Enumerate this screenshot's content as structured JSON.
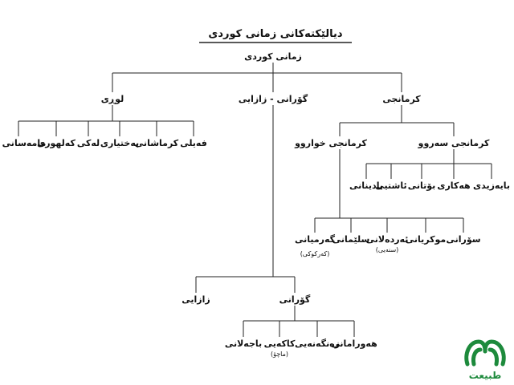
{
  "title": "دیالێکتەکانی زمانی کوردی",
  "root": "زمانی کوردی",
  "branches": {
    "kurmanji": {
      "label": "کرمانجی",
      "north": {
        "label": "کرمانجی سەروو",
        "items": [
          "بایەزیدی",
          "هەکاری",
          "بۆتانی",
          "ئاشتیی",
          "بادینانی"
        ]
      },
      "central": {
        "label": "کرمانجی خواروو",
        "items": [
          {
            "name": "سۆرانی"
          },
          {
            "name": "موکریانی"
          },
          {
            "name": "ئەردەلانی",
            "note": "(سنەیی)"
          },
          {
            "name": "سلێمانی"
          },
          {
            "name": "گەرمیانی",
            "note": "(کەرکوکی)"
          }
        ]
      }
    },
    "gorani_zazai": {
      "label": "گۆرانی - زازایی",
      "gorani": {
        "label": "گۆرانی",
        "items": [
          {
            "name": "هەورامانی"
          },
          {
            "name": "زەنگەنەیی"
          },
          {
            "name": "کاکەیی",
            "note": "(ماچۆ)"
          },
          {
            "name": "باجەلانی"
          }
        ]
      },
      "zazai": {
        "label": "زازایی"
      }
    },
    "lori": {
      "label": "لوڕی",
      "items": [
        "فەیلی",
        "کرماشانی",
        "بەختیاری",
        "لەکی",
        "کەلهوری",
        "مامەسانی"
      ]
    }
  },
  "logo": {
    "icon": "publisher-logo-icon",
    "text": "طبیعت",
    "color": "#1d8a3c"
  }
}
